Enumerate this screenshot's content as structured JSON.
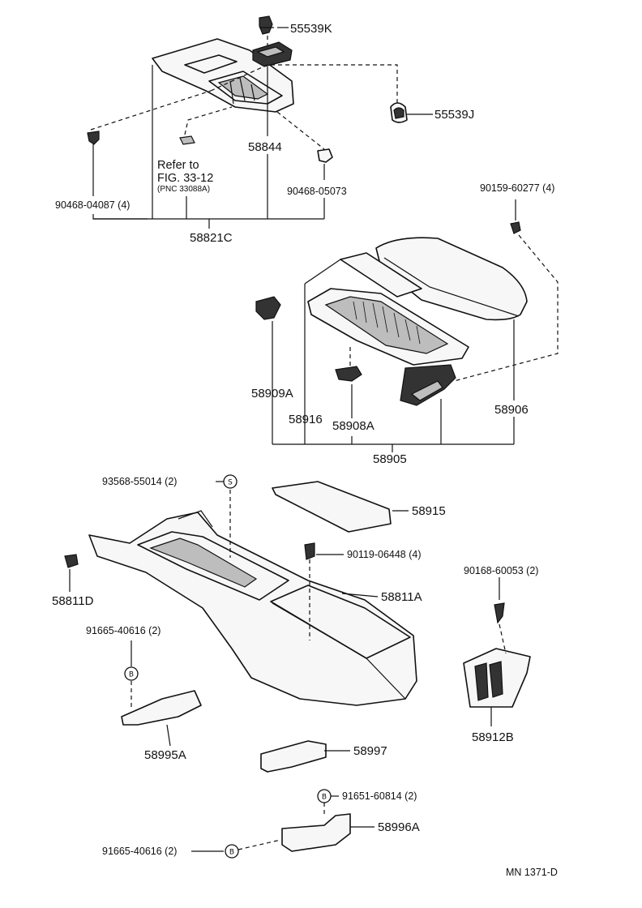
{
  "drawing_id": "MN 1371-D",
  "labels": {
    "p55539K": "55539K",
    "p55539J": "55539J",
    "p58844": "58844",
    "refer_line1": "Refer to",
    "refer_line2": "FIG. 33-12",
    "refer_line3": "(PNC 33088A)",
    "p90468_04087": "90468-04087 (4)",
    "p90468_05073": "90468-05073",
    "p58821C": "58821C",
    "p90159_60277": "90159-60277 (4)",
    "p58909A": "58909A",
    "p58916": "58916",
    "p58908A": "58908A",
    "p58906": "58906",
    "p58905": "58905",
    "p93568_55014": "93568-55014 (2)",
    "p58915": "58915",
    "p90119_06448": "90119-06448 (4)",
    "p58811A": "58811A",
    "p58811D": "58811D",
    "p90168_60053": "90168-60053 (2)",
    "p91665_40616a": "91665-40616 (2)",
    "p58995A": "58995A",
    "p58997": "58997",
    "p58912B": "58912B",
    "p91651_60814": "91651-60814 (2)",
    "p58996A": "58996A",
    "p91665_40616b": "91665-40616 (2)"
  },
  "markers": {
    "s": "S",
    "b": "B"
  }
}
